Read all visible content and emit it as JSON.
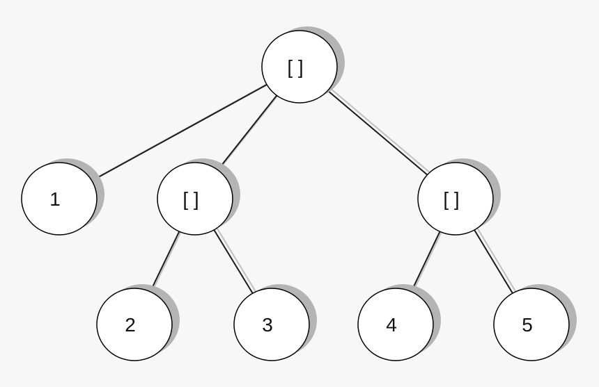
{
  "colors": {
    "background": "#f7f7f7",
    "node_fill": "#ffffff",
    "node_stroke": "#000000",
    "node_shadow": "#b4b4b4",
    "edge": "#1a1a1a",
    "edge_shadow": "#c0c0c0"
  },
  "nodes": [
    {
      "id": "root",
      "label": "[ ]"
    },
    {
      "id": "leaf-1",
      "label": "1"
    },
    {
      "id": "inner-left",
      "label": "[ ]"
    },
    {
      "id": "inner-right",
      "label": "[ ]"
    },
    {
      "id": "leaf-2",
      "label": "2"
    },
    {
      "id": "leaf-3",
      "label": "3"
    },
    {
      "id": "leaf-4",
      "label": "4"
    },
    {
      "id": "leaf-5",
      "label": "5"
    }
  ],
  "edges": [
    {
      "from": "root",
      "to": "leaf-1"
    },
    {
      "from": "root",
      "to": "inner-left"
    },
    {
      "from": "root",
      "to": "inner-right"
    },
    {
      "from": "inner-left",
      "to": "leaf-2"
    },
    {
      "from": "inner-left",
      "to": "leaf-3"
    },
    {
      "from": "inner-right",
      "to": "leaf-4"
    },
    {
      "from": "inner-right",
      "to": "leaf-5"
    }
  ]
}
